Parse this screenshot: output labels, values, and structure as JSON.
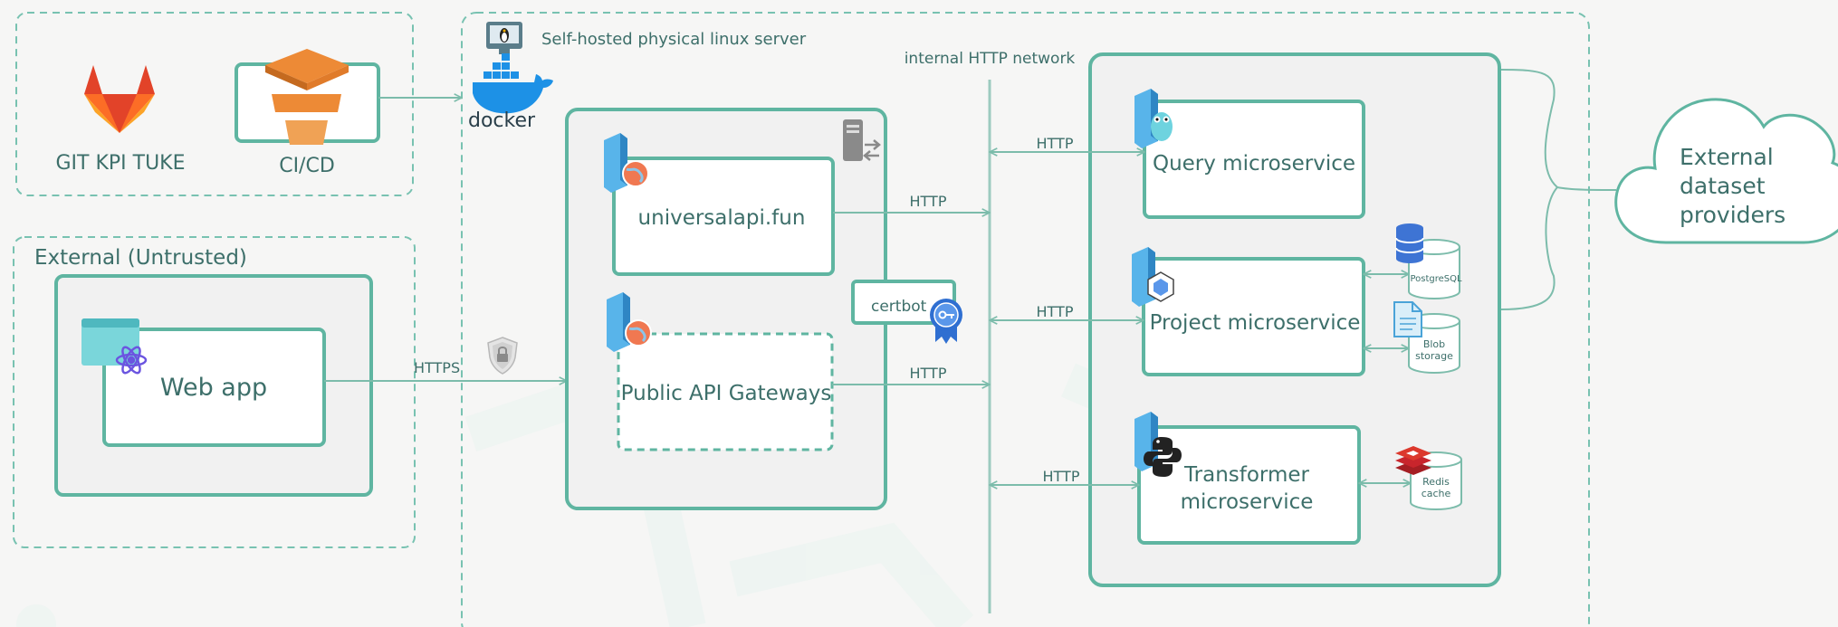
{
  "groups": {
    "server": "Self-hosted physical linux server",
    "external": "External (Untrusted)"
  },
  "labels": {
    "gitlab": "GIT KPI TUKE",
    "cicd": "CI/CD",
    "docker": "docker",
    "internal_network": "internal HTTP network",
    "web_app": "Web app",
    "https": "HTTPS",
    "universalapi": "universalapi.fun",
    "gateways": "Public API Gateways",
    "certbot": "certbot",
    "http": "HTTP",
    "query": "Query microservice",
    "project": "Project microservice",
    "transformer_1": "Transformer",
    "transformer_2": "microservice",
    "postgres": "PostgreSQL",
    "blob_1": "Blob",
    "blob_2": "storage",
    "redis_1": "Redis",
    "redis_2": "cache",
    "ext_1": "External",
    "ext_2": "dataset",
    "ext_3": "providers"
  },
  "icons": [
    "gitlab-icon",
    "cicd-icon",
    "linux-icon",
    "docker-icon",
    "server-icon",
    "react-icon",
    "shield-lock-icon",
    "proxy-server-icon",
    "certificate-icon",
    "golang-icon",
    "nodejs-icon",
    "python-icon",
    "database-icon",
    "file-icon",
    "redis-icon",
    "cloud-icon"
  ],
  "colors": {
    "accent": "#5fb5a1",
    "line": "#7cbcab",
    "text": "#3d6f6a",
    "container_bg": "#f1f1f1",
    "gitlab": "#e24329",
    "aws_orange": "#ed8a36",
    "docker": "#1d91e6",
    "redis": "#c8252c"
  }
}
